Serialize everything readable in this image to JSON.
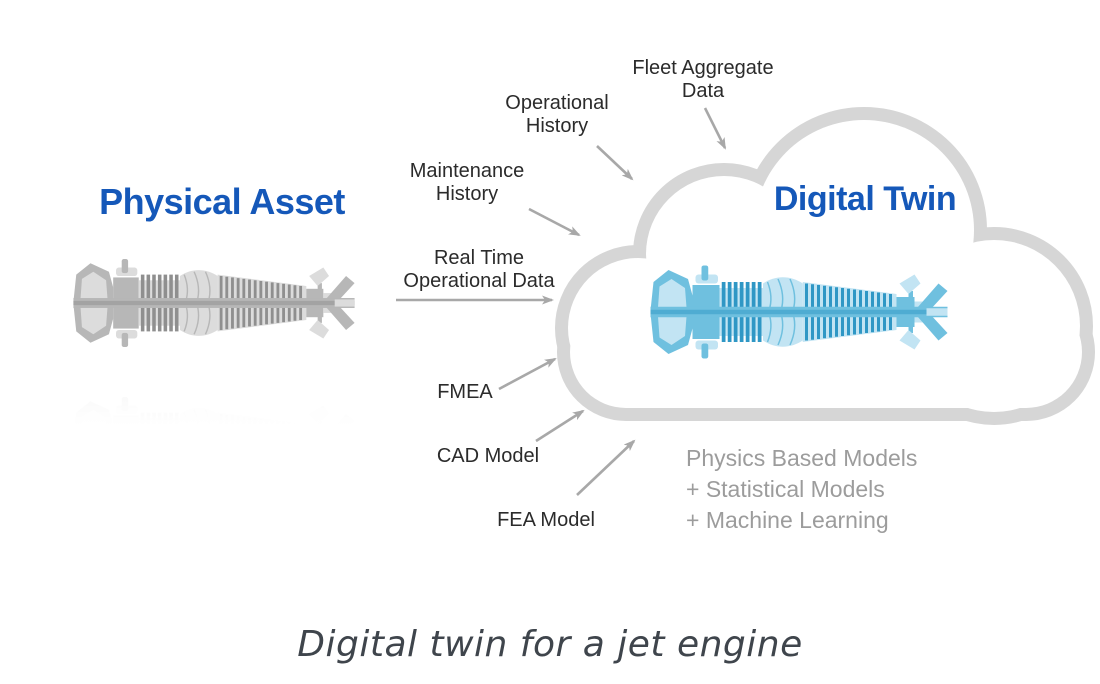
{
  "diagram": {
    "physical_asset": {
      "title": "Physical Asset"
    },
    "digital_twin": {
      "title": "Digital Twin"
    },
    "data_inputs": [
      {
        "name": "fleet-aggregate-data",
        "lines": [
          "Fleet Aggregate",
          "Data"
        ]
      },
      {
        "name": "operational-history",
        "lines": [
          "Operational",
          "History"
        ]
      },
      {
        "name": "maintenance-history",
        "lines": [
          "Maintenance",
          "History"
        ]
      },
      {
        "name": "real-time-operational-data",
        "lines": [
          "Real Time",
          "Operational Data"
        ]
      },
      {
        "name": "fmea",
        "lines": [
          "FMEA"
        ]
      },
      {
        "name": "cad-model",
        "lines": [
          "CAD Model"
        ]
      },
      {
        "name": "fea-model",
        "lines": [
          "FEA Model"
        ]
      }
    ],
    "model_components": {
      "lines": [
        "Physics Based Models",
        "+ Statistical Models",
        "+ Machine Learning"
      ]
    },
    "caption": "Digital twin for a jet engine",
    "colors": {
      "title_blue": "#1558b9",
      "label_text": "#2b2b2b",
      "note_gray": "#9c9c9c",
      "caption_gray": "#3f454c",
      "cloud_outline": "#d6d6d6",
      "arrow_gray": "#a8a8a8",
      "engine_gray": "#b7b7b7",
      "engine_blue": "#2f97c5"
    }
  }
}
